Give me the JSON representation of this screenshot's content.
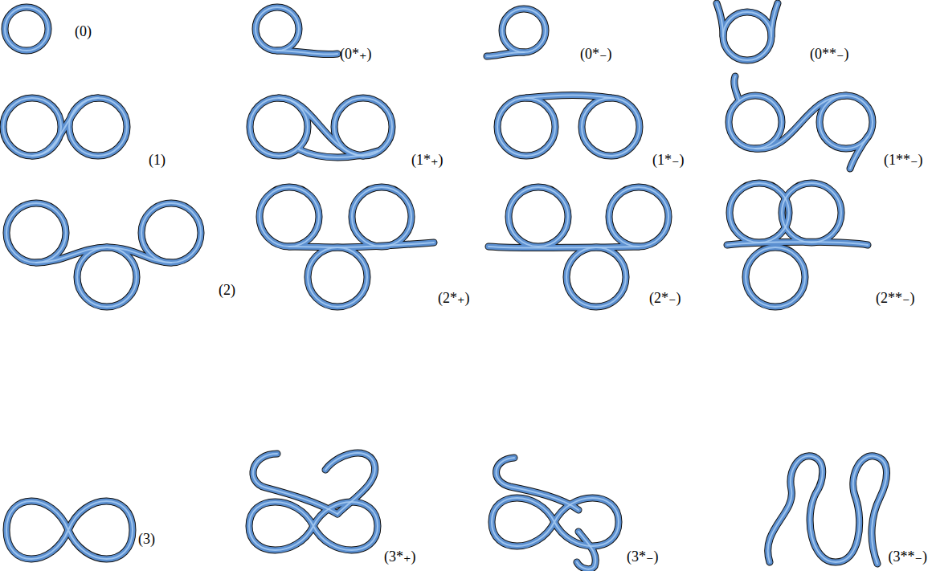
{
  "diagram": {
    "labels": [
      "(0)",
      "(0*₊)",
      "(0*₋)",
      "(0**₋)",
      "(1)",
      "(1*₊)",
      "(1*₋)",
      "(1**₋)",
      "(2)",
      "(2*₊)",
      "(2*₋)",
      "(2**₋)",
      "(3)",
      "(3*₊)",
      "(3*₋)",
      "(3**₋)"
    ]
  }
}
